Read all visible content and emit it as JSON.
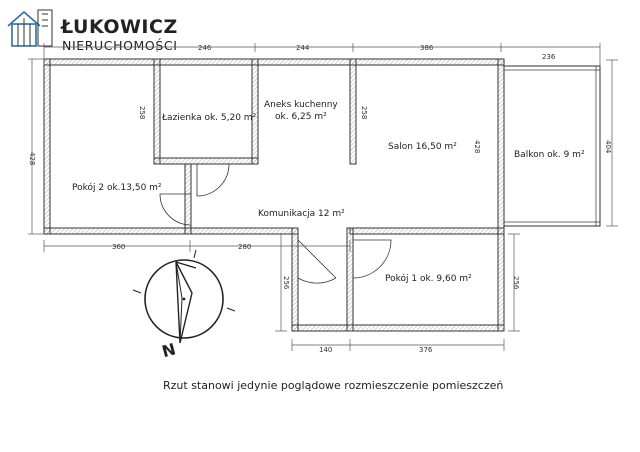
{
  "logo": {
    "brand": "ŁUKOWICZ",
    "subtitle": "NIERUCHOMOŚCI",
    "icon": "house-logo-icon"
  },
  "rooms": {
    "lazienka": "Łazienka ok. 5,20 m²",
    "aneks_line1": "Aneks kuchenny",
    "aneks_line2": "ok. 6,25 m²",
    "salon": "Salon 16,50 m²",
    "balkon": "Balkon ok. 9 m²",
    "pokoj2": "Pokój 2 ok.13,50 m²",
    "komunikacja": "Komunikacja 12 m²",
    "pokoj1": "Pokój 1 ok. 9,60 m²"
  },
  "dimensions": {
    "top_246": "246",
    "top_244": "244",
    "top_386": "386",
    "top_236": "236",
    "left_428": "428",
    "lazienka_258": "258",
    "aneks_258": "258",
    "salon_428": "428",
    "right_404": "404",
    "bottom_360": "360",
    "bottom_280": "280",
    "pokoj1_256_left": "256",
    "pokoj1_256_right": "256",
    "bottom_140": "140",
    "bottom_376": "376"
  },
  "compass": {
    "north_label": "N",
    "icon": "compass-icon"
  },
  "caption": "Rzut stanowi jedynie poglądowe rozmieszczenie pomieszczeń"
}
